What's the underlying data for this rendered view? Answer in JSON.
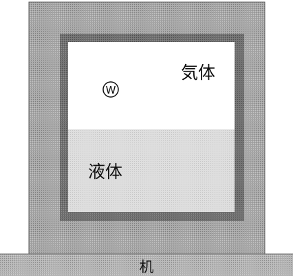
{
  "labels": {
    "gas": "気体",
    "liquid": "液体",
    "weight": "W",
    "desk": "机"
  },
  "colors": {
    "outer_wall": "#a3a3a3",
    "inner_wall": "#6f6f6f",
    "gas_region": "#ffffff",
    "liquid_region": "#dcdcdc",
    "desk": "#b4b4b4",
    "text": "#111111"
  }
}
